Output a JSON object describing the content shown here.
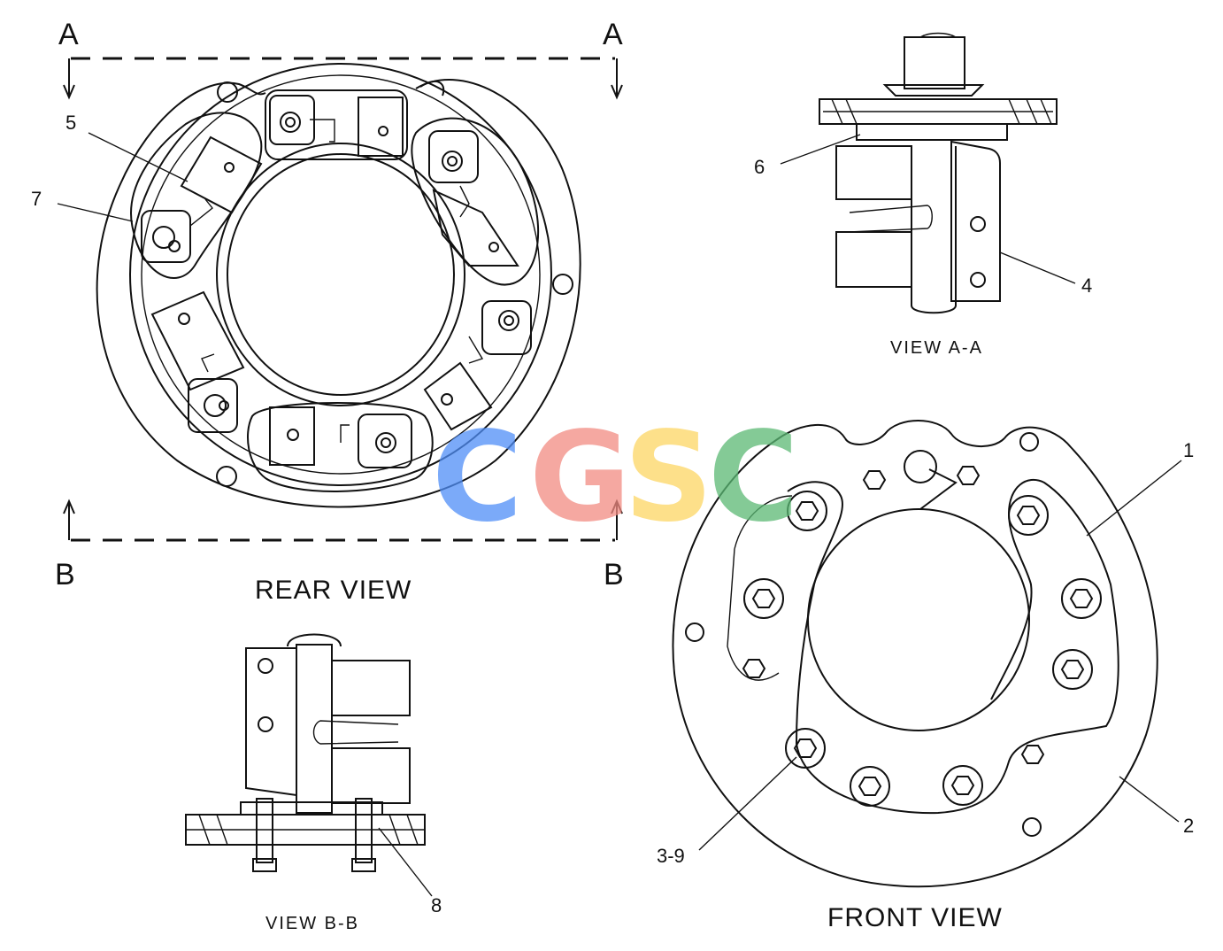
{
  "section_marks": {
    "a_left": "A",
    "a_right": "A",
    "b_left": "B",
    "b_right": "B"
  },
  "views": {
    "rear": "REAR VIEW",
    "view_aa": "VIEW  A-A",
    "view_bb": "VIEW  B-B",
    "front": "FRONT VIEW"
  },
  "callouts": {
    "c1": "1",
    "c2": "2",
    "c3_9": "3-9",
    "c4": "4",
    "c5": "5",
    "c6": "6",
    "c7": "7",
    "c8": "8"
  },
  "watermark": {
    "letters": [
      "C",
      "G",
      "S",
      "C"
    ],
    "colors": [
      "#4f8ef7",
      "#f28b82",
      "#fdd663",
      "#5bb974"
    ]
  }
}
